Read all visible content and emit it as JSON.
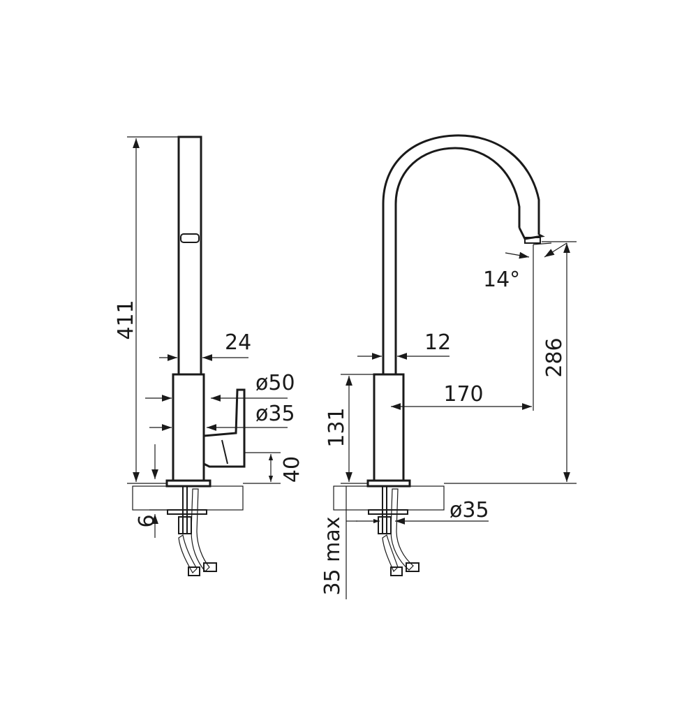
{
  "dimensions": {
    "side_view": {
      "height_total": "411",
      "spout_width": "24",
      "body_diameter": "ø50",
      "base_diameter": "ø35",
      "lever_height": "40",
      "base_thickness": "6"
    },
    "front_view": {
      "body_height": "131",
      "spout_tube": "12",
      "reach": "170",
      "outlet_height": "286",
      "angle": "14°",
      "base_diameter": "ø35",
      "counter_thickness": "35 max"
    }
  },
  "colors": {
    "line": "#1a1a1a",
    "background": "#ffffff"
  }
}
